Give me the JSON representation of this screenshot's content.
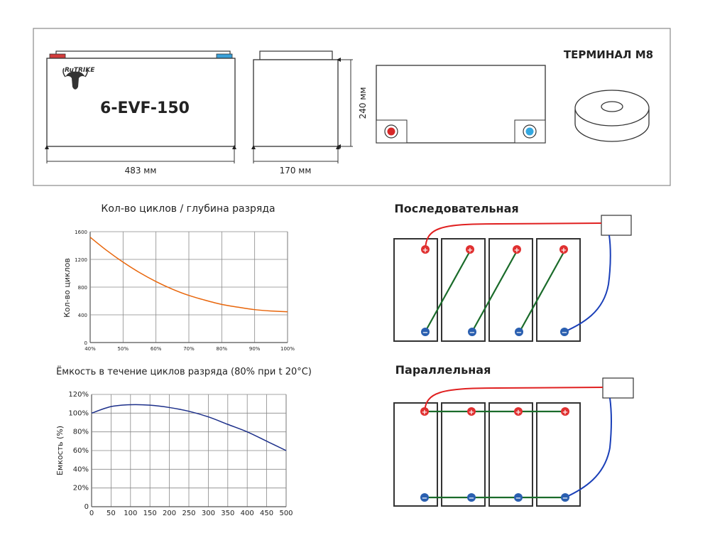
{
  "dimensions": {
    "brand": "RuTRIKE",
    "model": "6-EVF-150",
    "length": "483 мм",
    "width": "170 мм",
    "height": "240 мм",
    "terminal_title": "ТЕРМИНАЛ М8"
  },
  "colors": {
    "positive": "#e03030",
    "negative": "#2a5fb0",
    "positive_terminal": "#d62828",
    "negative_terminal": "#34a8e0",
    "jumper": "#1a6b2a",
    "wire_red": "#e02020",
    "wire_blue": "#1a3fb8",
    "curve_cycles": "#e8650a",
    "curve_capacity": "#1c2f8a"
  },
  "chart_data": [
    {
      "type": "line",
      "title": "Кол-во циклов / глубина разряда",
      "xlabel": "",
      "ylabel": "Кол-во циклов",
      "x_tick_labels": [
        "40%",
        "50%",
        "60%",
        "70%",
        "80%",
        "90%",
        "100%"
      ],
      "y_tick_labels": [
        "0",
        "400",
        "800",
        "1200",
        "1600"
      ],
      "xlim": [
        40,
        100
      ],
      "ylim": [
        0,
        1600
      ],
      "grid": true,
      "series": [
        {
          "x": [
            40,
            45,
            50,
            55,
            60,
            65,
            70,
            75,
            80,
            85,
            90,
            95,
            100
          ],
          "y": [
            1520,
            1330,
            1160,
            1010,
            880,
            770,
            680,
            610,
            550,
            510,
            475,
            455,
            445
          ]
        }
      ]
    },
    {
      "type": "line",
      "title": "Ёмкость в течение циклов разряда (80% при t 20°C)",
      "xlabel": "",
      "ylabel": "Емкость (%)",
      "x_tick_labels": [
        "0",
        "50",
        "100",
        "150",
        "200",
        "250",
        "300",
        "350",
        "400",
        "450",
        "500"
      ],
      "y_tick_labels": [
        "0",
        "20%",
        "40%",
        "60%",
        "80%",
        "100%",
        "120%"
      ],
      "xlim": [
        0,
        500
      ],
      "ylim": [
        0,
        120
      ],
      "grid": true,
      "series": [
        {
          "x": [
            0,
            50,
            100,
            150,
            200,
            250,
            300,
            350,
            400,
            450,
            500
          ],
          "y": [
            100,
            107,
            109,
            108.5,
            106,
            102,
            96,
            88,
            80,
            70,
            60
          ]
        }
      ]
    }
  ],
  "wiring": {
    "series_title": "Последовательная",
    "parallel_title": "Параллельная",
    "plus_symbol": "+",
    "minus_symbol": "−"
  }
}
